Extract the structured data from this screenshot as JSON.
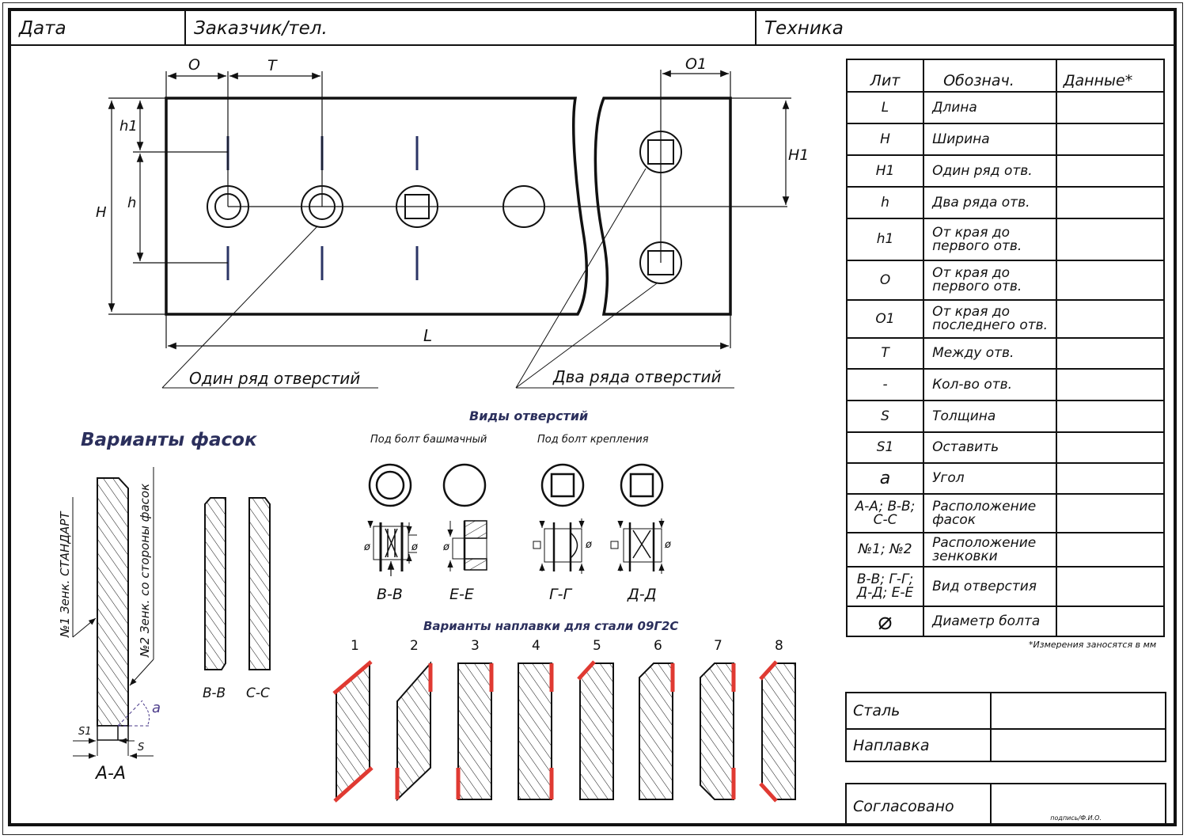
{
  "header": {
    "date_label": "Дата",
    "customer_label": "Заказчик/тел.",
    "machine_label": "Техника"
  },
  "drawing": {
    "dim_O": "O",
    "dim_T": "T",
    "dim_O1": "O1",
    "dim_h1": "h1",
    "dim_h": "h",
    "dim_H": "H",
    "dim_H1": "H1",
    "dim_L": "L",
    "callout_one_row": "Один ряд отверстий",
    "callout_two_rows": "Два ряда отверстий"
  },
  "chamfers": {
    "title": "Варианты фасок",
    "label_no1": "№1 Зенк. СТАНДАРТ",
    "label_no2": "№2 Зенк. со стороны фасок",
    "angle_label": "a",
    "s1_label": "S1",
    "s_label": "S",
    "section_aa": "A-A",
    "section_bb": "B-B",
    "section_cc": "C-C"
  },
  "holes": {
    "title": "Виды отверстий",
    "group_shoe": "Под болт башмачный",
    "group_mount": "Под болт крепления",
    "diameter_symbol": "ø",
    "square_symbol": "□",
    "types": [
      "В-В",
      "Е-Е",
      "Г-Г",
      "Д-Д"
    ]
  },
  "hardfacing": {
    "title": "Варианты наплавки для стали 09Г2С",
    "variants": [
      "1",
      "2",
      "3",
      "4",
      "5",
      "6",
      "7",
      "8"
    ],
    "accent_color": "#e03a32"
  },
  "spec_table": {
    "headers": [
      "Лит",
      "Обознач.",
      "Данные*"
    ],
    "rows": [
      {
        "lit": "L",
        "name": "Длина",
        "value": ""
      },
      {
        "lit": "H",
        "name": "Ширина",
        "value": ""
      },
      {
        "lit": "H1",
        "name": "Один ряд отв.",
        "value": ""
      },
      {
        "lit": "h",
        "name": "Два ряда отв.",
        "value": ""
      },
      {
        "lit": "h1",
        "name": "От края до первого отв.",
        "value": ""
      },
      {
        "lit": "O",
        "name": "От края до первого отв.",
        "value": ""
      },
      {
        "lit": "O1",
        "name": "От края до последнего отв.",
        "value": ""
      },
      {
        "lit": "T",
        "name": "Между отв.",
        "value": ""
      },
      {
        "lit": "-",
        "name": "Кол-во отв.",
        "value": ""
      },
      {
        "lit": "S",
        "name": "Толщина",
        "value": ""
      },
      {
        "lit": "S1",
        "name": "Оставить",
        "value": ""
      },
      {
        "lit": "a",
        "name": "Угол",
        "value": ""
      },
      {
        "lit": "A-A; B-B; C-C",
        "name": "Расположение фасок",
        "value": ""
      },
      {
        "lit": "№1; №2",
        "name": "Расположение зенковки",
        "value": ""
      },
      {
        "lit": "В-В; Г-Г; Д-Д; Е-Е",
        "name": "Вид отверстия",
        "value": ""
      },
      {
        "lit": "⌀",
        "name": "Диаметр болта",
        "value": ""
      }
    ],
    "footnote": "*Измерения заносятся в мм"
  },
  "material_table": {
    "steel_label": "Сталь",
    "steel_value": "",
    "hardfacing_label": "Наплавка",
    "hardfacing_value": ""
  },
  "approval": {
    "label": "Согласовано",
    "value": "",
    "signature_hint": "подпись/Ф.И.О."
  },
  "colors": {
    "heading": "#2b2f5c",
    "hole_marks": "#2b3566",
    "accent_red": "#e03a32",
    "angle": "#4b3b8a"
  }
}
